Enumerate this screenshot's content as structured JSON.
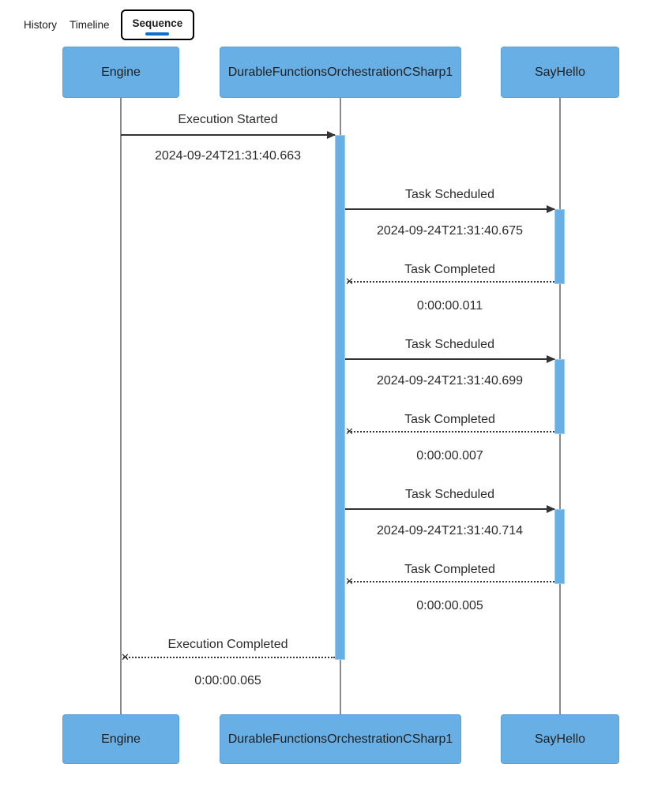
{
  "tabs": {
    "history": "History",
    "timeline": "Timeline",
    "sequence": "Sequence"
  },
  "actors": {
    "engine": "Engine",
    "orchestrator": "DurableFunctionsOrchestrationCSharp1",
    "activity": "SayHello"
  },
  "messages": [
    {
      "label": "Execution Started",
      "note": "2024-09-24T21:31:40.663",
      "type": "solid"
    },
    {
      "label": "Task Scheduled",
      "note": "2024-09-24T21:31:40.675",
      "type": "solid"
    },
    {
      "label": "Task Completed",
      "note": "0:00:00.011",
      "type": "dashed"
    },
    {
      "label": "Task Scheduled",
      "note": "2024-09-24T21:31:40.699",
      "type": "solid"
    },
    {
      "label": "Task Completed",
      "note": "0:00:00.007",
      "type": "dashed"
    },
    {
      "label": "Task Scheduled",
      "note": "2024-09-24T21:31:40.714",
      "type": "solid"
    },
    {
      "label": "Task Completed",
      "note": "0:00:00.005",
      "type": "dashed"
    },
    {
      "label": "Execution Completed",
      "note": "0:00:00.065",
      "type": "dashed"
    }
  ],
  "icons": {
    "cross": "✕"
  },
  "colors": {
    "actor_fill": "#68afe5",
    "accent": "#0f6fc9",
    "line": "#333333",
    "lifeline": "#8a8a8a"
  }
}
